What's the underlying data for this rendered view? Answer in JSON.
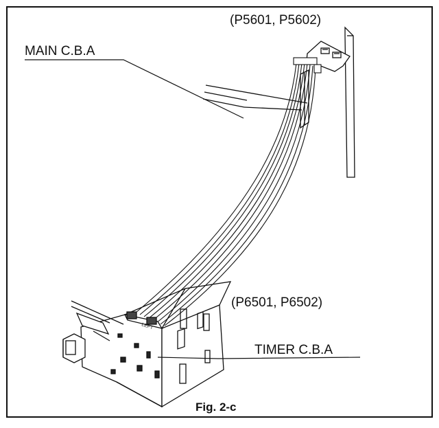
{
  "labels": {
    "top_connector": "(P5601, P5602)",
    "main_board": "MAIN C.B.A",
    "bottom_connector": "(P6501, P6502)",
    "timer_board": "TIMER C.B.A",
    "figure_caption": "Fig. 2-c",
    "plate_marking": "LEFT"
  }
}
